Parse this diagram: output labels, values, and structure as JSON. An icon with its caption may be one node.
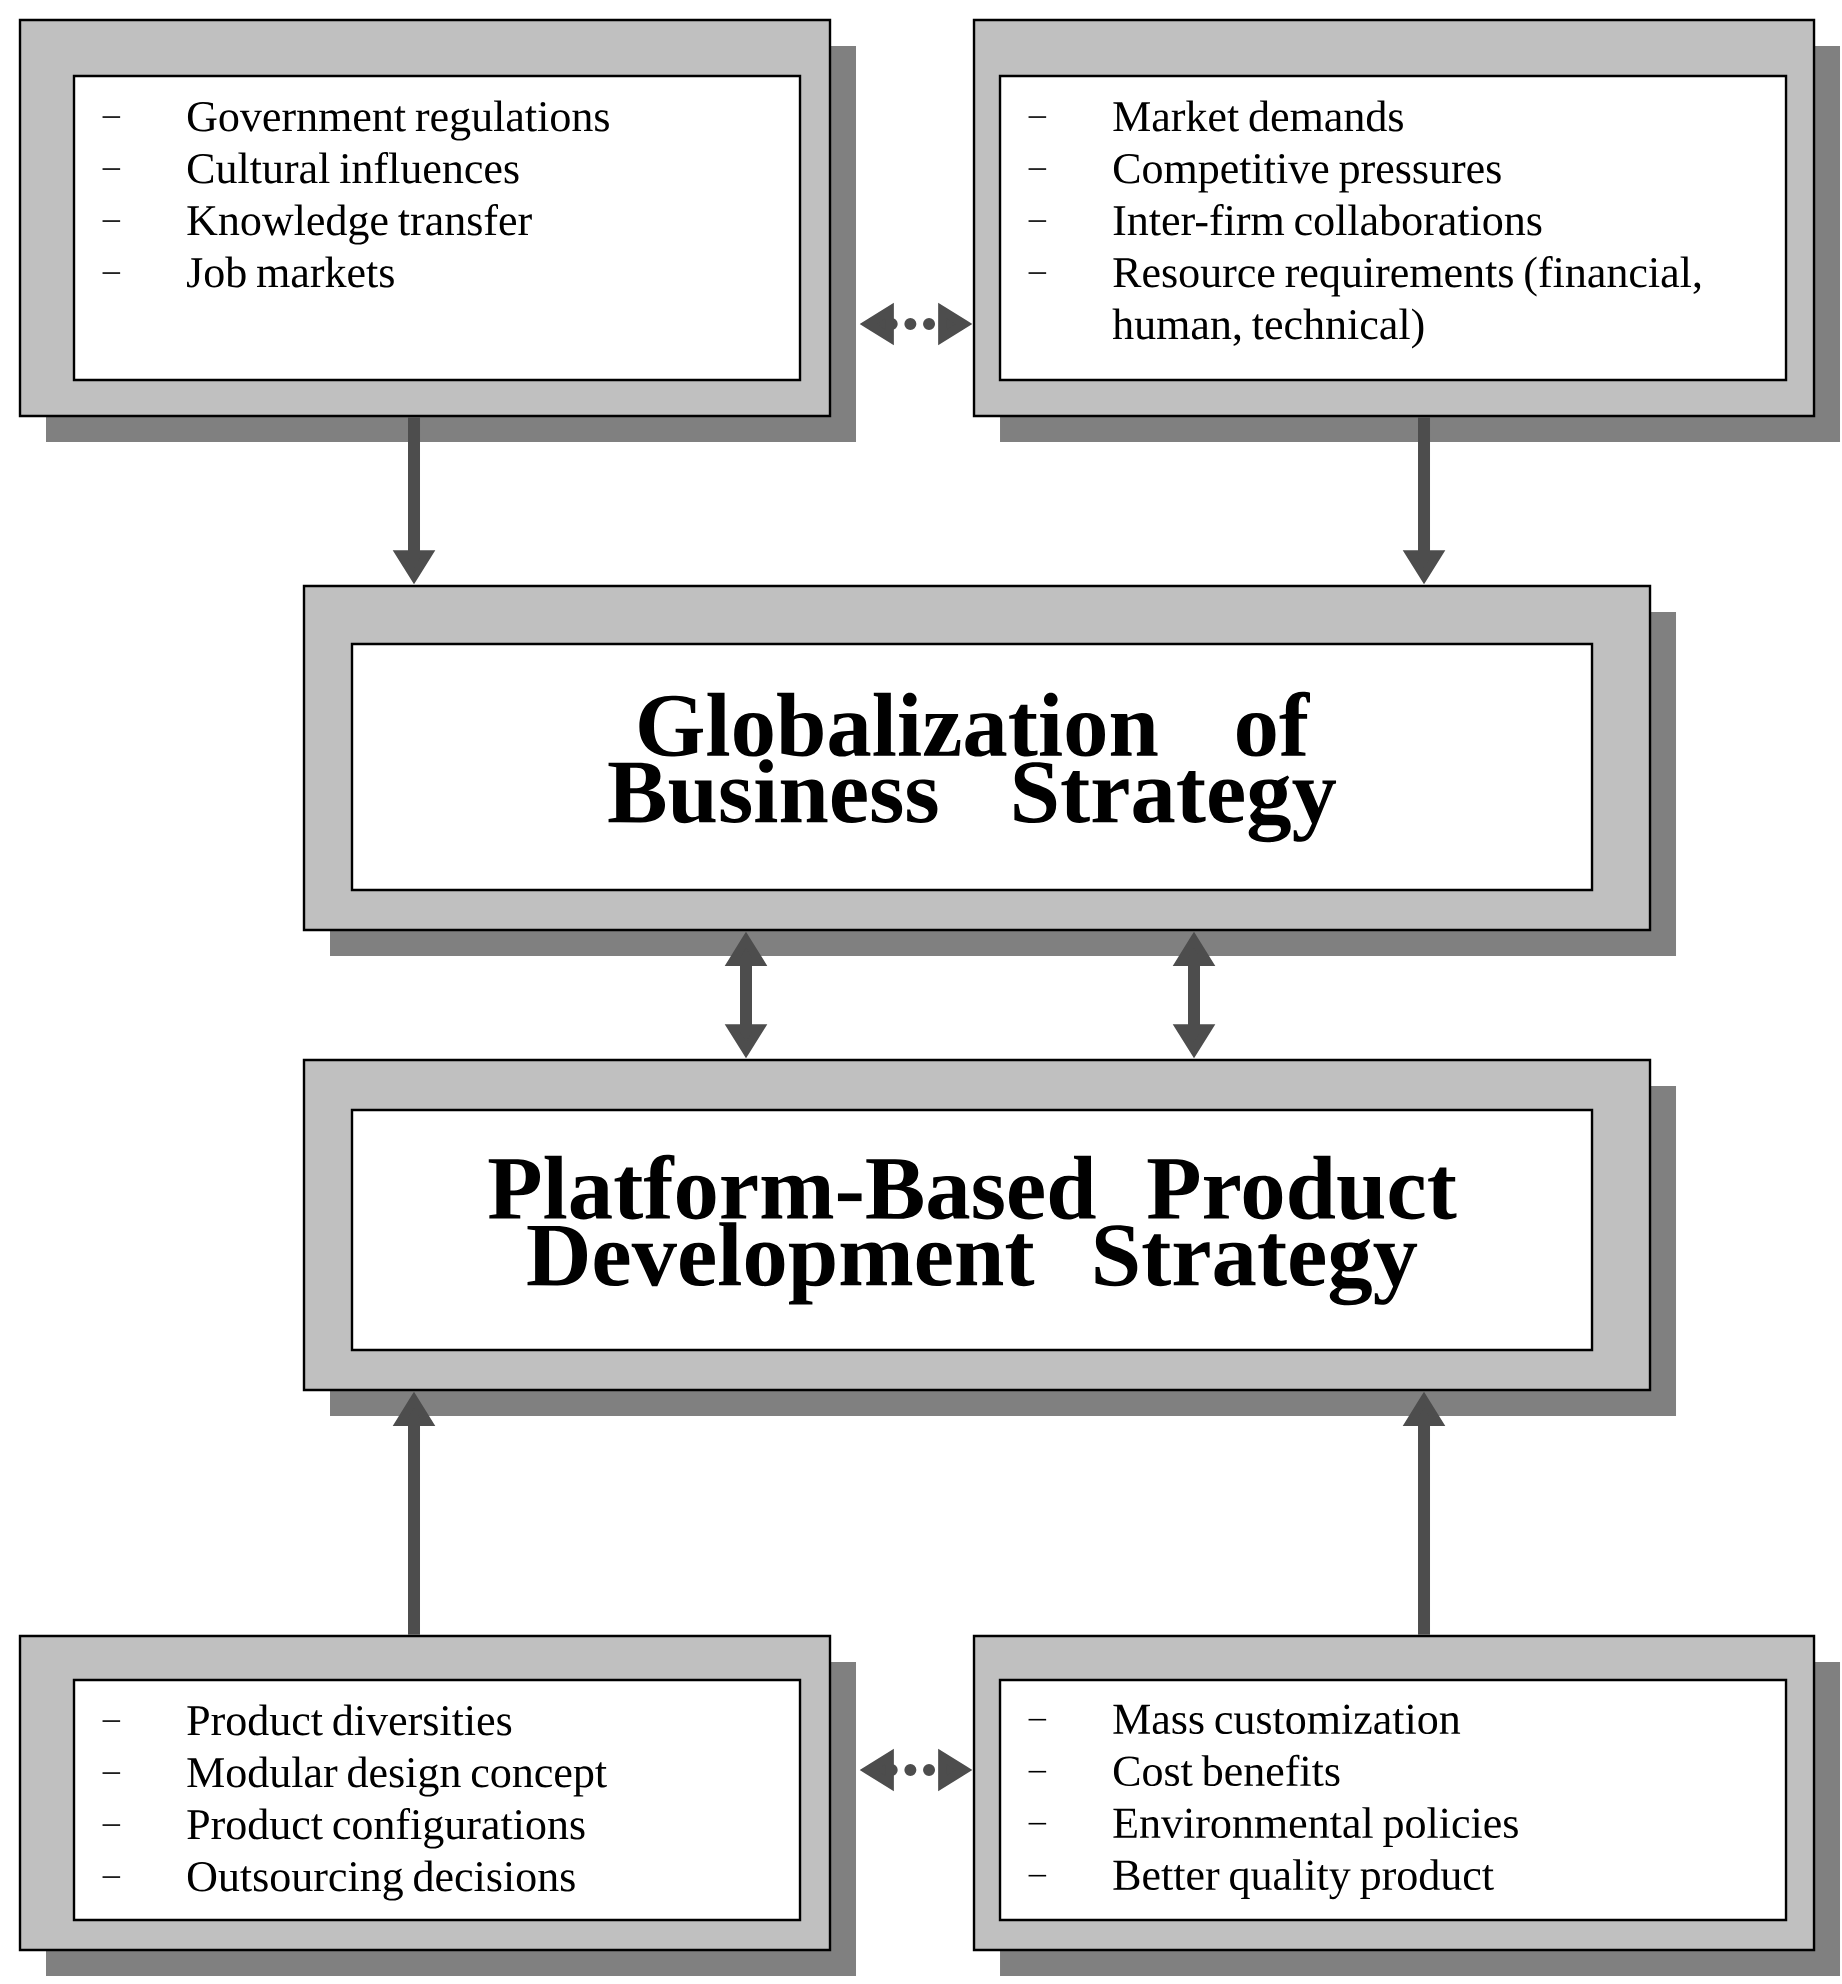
{
  "diagram": {
    "nodes": [
      {
        "text": [
          "Government regulations",
          "Cultural influences",
          "Knowledge transfer",
          "Job markets"
        ]
      },
      {
        "text": [
          "Market demands",
          "Competitive pressures",
          "Inter-firm collaborations",
          "Resource requirements (financial, human, technical)"
        ]
      },
      {
        "text": [
          "Globalization of Business Strategy"
        ]
      },
      {
        "text": [
          "Platform-Based Product Development Strategy"
        ]
      },
      {
        "text": [
          "Product diversities",
          "Modular design concept",
          "Product configurations",
          "Outsourcing decisions"
        ]
      },
      {
        "text": [
          "Mass customization",
          "Cost benefits",
          "Environmental policies",
          "Better quality product"
        ]
      }
    ],
    "edges": [
      {
        "from": 0,
        "to": 1,
        "arrow": "both",
        "style": "dashed"
      },
      {
        "from": 0,
        "to": 2,
        "arrow": "to"
      },
      {
        "from": 1,
        "to": 2,
        "arrow": "to"
      },
      {
        "from": 2,
        "to": 3,
        "arrow": "both"
      },
      {
        "from": 2,
        "to": 3,
        "arrow": "both"
      },
      {
        "from": 4,
        "to": 3,
        "arrow": "to"
      },
      {
        "from": 5,
        "to": 3,
        "arrow": "to"
      },
      {
        "from": 4,
        "to": 5,
        "arrow": "both",
        "style": "dashed"
      }
    ]
  }
}
